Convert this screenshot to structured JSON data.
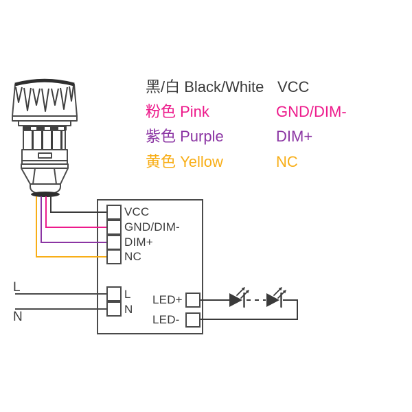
{
  "legend": {
    "rows": [
      {
        "wire": "黑/白 Black/White",
        "signal": "VCC"
      },
      {
        "wire": "粉色 Pink",
        "signal": "GND/DIM-"
      },
      {
        "wire": "紫色 Purple",
        "signal": "DIM+"
      },
      {
        "wire": "黄色 Yellow",
        "signal": "NC"
      }
    ]
  },
  "driver": {
    "terminals": {
      "vcc": "VCC",
      "gnd": "GND/DIM-",
      "dim": "DIM+",
      "nc": "NC",
      "l": "L",
      "n": "N",
      "led_pos": "LED+",
      "led_neg": "LED-"
    }
  },
  "mains": {
    "l": "L",
    "n": "N"
  },
  "colors": {
    "black": "#3A3A3A",
    "pink": "#ED1A8B",
    "purple": "#8B35A3",
    "yellow": "#F8AE17",
    "line": "#4A4A4A"
  }
}
